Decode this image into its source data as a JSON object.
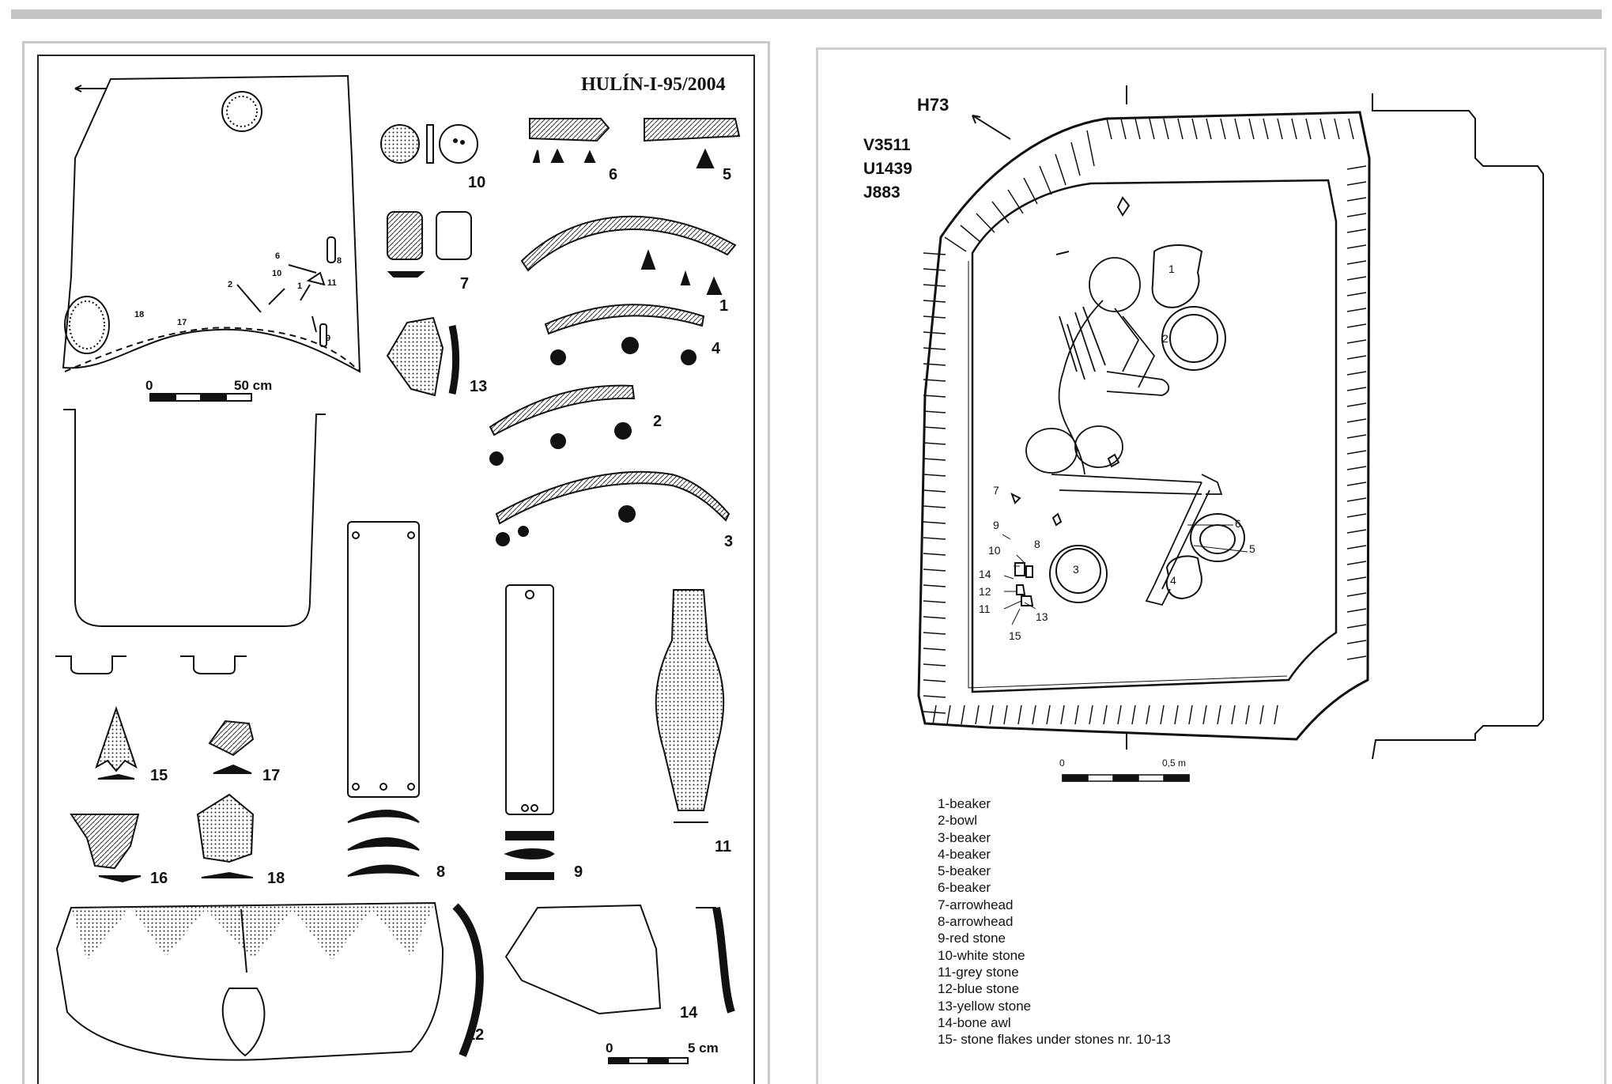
{
  "left_plate": {
    "site_code": "HULÍN-I-95/2004",
    "plan_scale": {
      "start": "0",
      "end": "50 cm"
    },
    "artifact_scale": {
      "start": "0",
      "end": "5 cm"
    },
    "artifact_numbers": [
      "1",
      "2",
      "3",
      "4",
      "5",
      "6",
      "7",
      "8",
      "9",
      "10",
      "11",
      "12",
      "13",
      "14",
      "15",
      "16",
      "17",
      "18"
    ],
    "plan_labels": [
      "6",
      "10",
      "2",
      "1",
      "8",
      "11",
      "9",
      "18",
      "17"
    ]
  },
  "right_plate": {
    "feature_id": "H73",
    "codes": [
      "V3511",
      "U1439",
      "J883"
    ],
    "scale": {
      "start": "0",
      "end": "0,5 m"
    },
    "plan_labels": [
      "1",
      "2",
      "3",
      "4",
      "5",
      "6",
      "7",
      "8",
      "9",
      "10",
      "11",
      "12",
      "13",
      "14",
      "15"
    ],
    "legend": [
      "1-beaker",
      "2-bowl",
      "3-beaker",
      "4-beaker",
      "5-beaker",
      "6-beaker",
      "7-arrowhead",
      "8-arrowhead",
      "9-red stone",
      "10-white stone",
      "11-grey stone",
      "12-blue stone",
      "13-yellow stone",
      "14-bone awl",
      "15- stone flakes under stones nr. 10-13"
    ]
  }
}
